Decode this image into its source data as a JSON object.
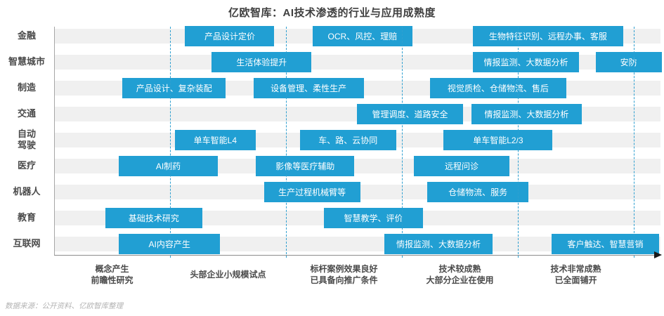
{
  "title": "亿欧智库：AI技术渗透的行业与应用成熟度",
  "source_note": "数据来源：公开资料、亿欧智库整理",
  "colors": {
    "bar": "#219fd3",
    "bar_text": "#ffffff",
    "row_band": "#f0f0f0",
    "dashed_divider": "#2e9fd0",
    "axis_line": "#8c8c8c",
    "arrow": "#1a1a1a",
    "title_text": "#3f3f3f",
    "label_text": "#4a4a4a",
    "footer_text": "#b3b3b3"
  },
  "chart_data": {
    "type": "timeline",
    "title": "亿欧智库：AI技术渗透的行业与应用成熟度",
    "x_axis": {
      "min": 0,
      "max": 5.25,
      "unit": "成熟度阶段",
      "gridlines_at": [
        1,
        2,
        3,
        4,
        5
      ],
      "grid_style": "dashed",
      "stage_labels": [
        "概念产生\n前瞻性研究",
        "头部企业小规模试点",
        "标杆案例效果良好\n已具备向推广条件",
        "技术较成熟\n大部分企业在使用",
        "技术非常成熟\n已全面铺开"
      ]
    },
    "rows": [
      {
        "industry": "金融",
        "label": "金融",
        "items": [
          {
            "label": "产品设计定价",
            "start": 1.13,
            "end": 1.9
          },
          {
            "label": "OCR、风控、理赔",
            "start": 2.23,
            "end": 3.09
          },
          {
            "label": "生物特征识别、远程办事、客服",
            "start": 3.61,
            "end": 4.91
          }
        ]
      },
      {
        "industry": "智慧城市",
        "label": "智慧城市",
        "items": [
          {
            "label": "生活体验提升",
            "start": 1.36,
            "end": 2.22
          },
          {
            "label": "情报监测、大数据分析",
            "start": 3.61,
            "end": 4.53
          },
          {
            "label": "安防",
            "start": 4.67,
            "end": 5.24
          }
        ]
      },
      {
        "industry": "制造",
        "label": "制造",
        "items": [
          {
            "label": "产品设计、复杂装配",
            "start": 0.59,
            "end": 1.48
          },
          {
            "label": "设备管理、柔性生产",
            "start": 1.72,
            "end": 2.67
          },
          {
            "label": "视觉质检、仓储物流、售后",
            "start": 3.24,
            "end": 4.42
          }
        ]
      },
      {
        "industry": "交通",
        "label": "交通",
        "items": [
          {
            "label": "管理调度、道路安全",
            "start": 2.61,
            "end": 3.53
          },
          {
            "label": "情报监测、大数据分析",
            "start": 3.6,
            "end": 4.55
          }
        ]
      },
      {
        "industry": "自动驾驶",
        "label": "自动\n驾驶",
        "items": [
          {
            "label": "单车智能L4",
            "start": 1.04,
            "end": 1.74
          },
          {
            "label": "车、路、云协同",
            "start": 2.12,
            "end": 2.95
          },
          {
            "label": "单车智能L2/3",
            "start": 3.36,
            "end": 4.3
          }
        ]
      },
      {
        "industry": "医疗",
        "label": "医疗",
        "items": [
          {
            "label": "AI制药",
            "start": 0.56,
            "end": 1.41
          },
          {
            "label": "影像等医疗辅助",
            "start": 1.74,
            "end": 2.59
          },
          {
            "label": "远程问诊",
            "start": 3.1,
            "end": 3.93
          }
        ]
      },
      {
        "industry": "机器人",
        "label": "机器人",
        "items": [
          {
            "label": "生产过程机械臂等",
            "start": 1.81,
            "end": 2.64
          },
          {
            "label": "仓储物流、服务",
            "start": 3.22,
            "end": 4.09
          }
        ]
      },
      {
        "industry": "教育",
        "label": "教育",
        "items": [
          {
            "label": "基础技术研究",
            "start": 0.44,
            "end": 1.28
          },
          {
            "label": "智慧教学、评价",
            "start": 2.33,
            "end": 3.18
          }
        ]
      },
      {
        "industry": "互联网",
        "label": "互联网",
        "items": [
          {
            "label": "AI内容产生",
            "start": 0.56,
            "end": 1.43
          },
          {
            "label": "情报监测、大数据分析",
            "start": 2.85,
            "end": 3.78
          },
          {
            "label": "客户触达、智慧营销",
            "start": 4.29,
            "end": 5.22
          }
        ]
      }
    ]
  }
}
